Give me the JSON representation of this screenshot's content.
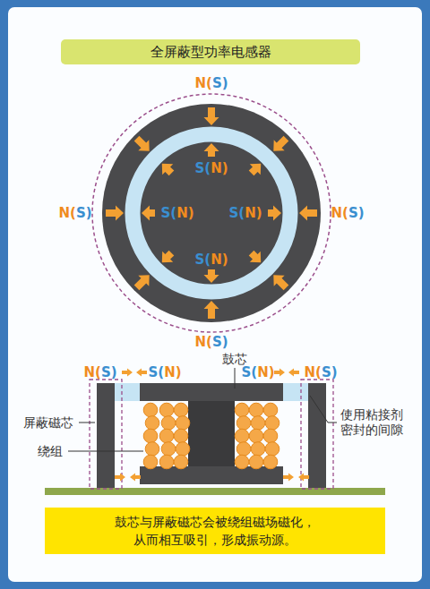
{
  "diagram": {
    "title": "全屏蔽型功率电感器",
    "caption": "鼓芯与屏蔽磁芯会被绕组磁场磁化， 从而相互吸引，形成振动源。",
    "labels": [
      "N(S)",
      "S(N)",
      "N(S)",
      "S(N)",
      "S(N)",
      "N(S)",
      "S(N)",
      "N(S)",
      "N(S)",
      "S(N)",
      "鼓芯",
      "S(N)",
      "N(S)",
      "屏蔽磁芯",
      "使用粘接剂 密封的间隙",
      "绕组"
    ]
  }
}
